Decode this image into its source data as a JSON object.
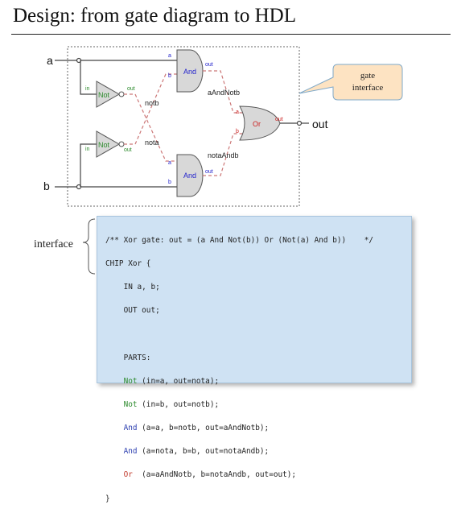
{
  "title": "Design: from gate diagram to HDL",
  "diagram": {
    "inputs": [
      "a",
      "b"
    ],
    "output": "out",
    "gates": [
      {
        "type": "Not",
        "in": "in",
        "out": "out"
      },
      {
        "type": "Not",
        "in": "in",
        "out": "out"
      },
      {
        "type": "And",
        "a": "a",
        "b": "b",
        "out": "out"
      },
      {
        "type": "And",
        "a": "a",
        "b": "b",
        "out": "out"
      },
      {
        "type": "Or",
        "a": "a",
        "b": "b",
        "out": "out"
      }
    ],
    "wires": [
      "notb",
      "nota",
      "aAndNotb",
      "notaAndb"
    ],
    "callout": [
      "gate",
      "interface"
    ]
  },
  "code": {
    "comment": "/** Xor gate: out = (a And Not(b)) Or (Not(a) And b))    */",
    "chip": "CHIP Xor {",
    "in_line": "    IN a, b;",
    "out_line": "    OUT out;",
    "parts": "    PARTS:",
    "l1_kw": "Not",
    "l1_rest": " (in=a, out=nota);",
    "l2_kw": "Not",
    "l2_rest": " (in=b, out=notb);",
    "l3_kw": "And",
    "l3_rest": " (a=a, b=notb, out=aAndNotb);",
    "l4_kw": "And",
    "l4_rest": " (a=nota, b=b, out=notaAndb);",
    "l5_kw": "Or",
    "l5_rest": "  (a=aAndNotb, b=notaAndb, out=out);",
    "close": "}"
  },
  "interface_label": "interface",
  "colors": {
    "gate_fill": "#d8d8d8",
    "gate_label": "#2222cc",
    "not_label": "#2a8a2a",
    "or_label": "#cc2222",
    "callout_fill": "#fde3c2",
    "code_bg": "#cfe2f3"
  }
}
